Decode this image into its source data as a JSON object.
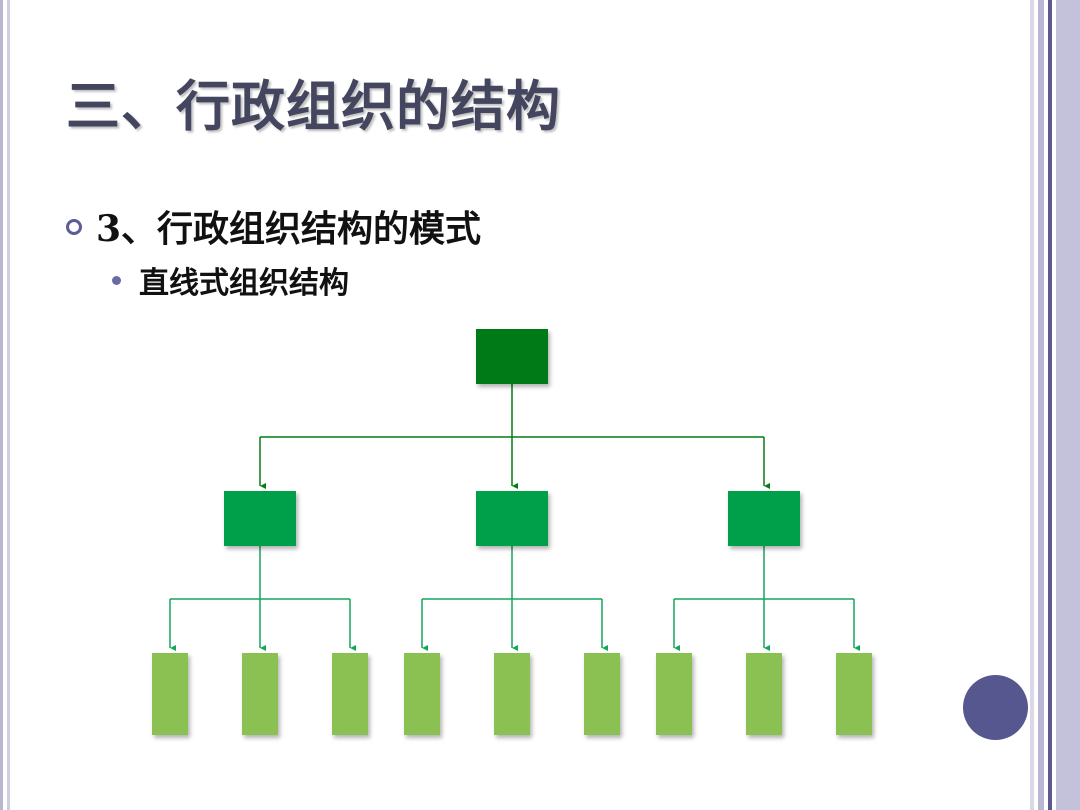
{
  "slide": {
    "title": "三、行政组织的结构",
    "bullet_level1": "3、行政组织结构的模式",
    "bullet_level2": "直线式组织结构"
  },
  "diagram": {
    "type": "org-chart",
    "levels": [
      1,
      3,
      9
    ],
    "colors": {
      "top": "#067a14",
      "middle": "#05a04b",
      "bottom": "#8bc152",
      "line_top": "#067a14",
      "line_bottom": "#14a65a"
    }
  },
  "colors": {
    "title": "#44455e",
    "accent": "#56578f"
  }
}
